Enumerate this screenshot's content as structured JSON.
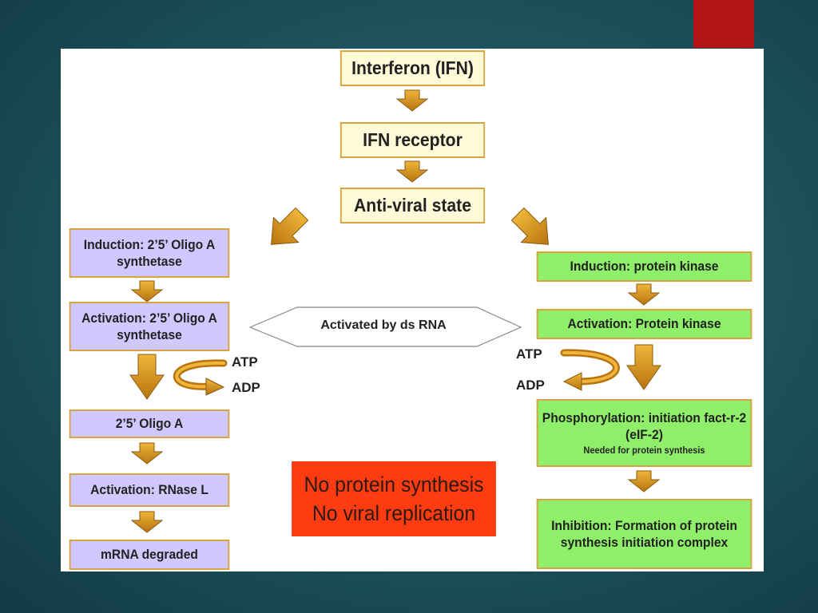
{
  "top": {
    "interferon": "Interferon (IFN)",
    "receptor": "IFN receptor",
    "antiviral": "Anti-viral state"
  },
  "left": {
    "induction": "Induction: 2’5’ Oligo A synthetase",
    "activation": "Activation: 2’5’ Oligo A synthetase",
    "oligo": "2’5’ Oligo A",
    "rnase": "Activation: RNase L",
    "mrna": "mRNA degraded",
    "atp": "ATP",
    "adp": "ADP"
  },
  "right": {
    "induction": "Induction: protein kinase",
    "activation": "Activation: Protein kinase",
    "phosphorylation": "Phosphorylation: initiation fact-r-2 (eIF-2)",
    "needed": "Needed for protein synthesis",
    "inhibition": "Inhibition: Formation of protein synthesis initiation complex",
    "atp": "ATP",
    "adp": "ADP"
  },
  "center": {
    "dsrna": "Activated by ds RNA"
  },
  "result": {
    "line1": "No protein synthesis",
    "line2": "No viral replication"
  },
  "colors": {
    "top_fill": "#fffbd9",
    "left_fill": "#cfc9ff",
    "right_fill": "#8fef6a",
    "result_fill": "#ff3b12",
    "arrow": "#c98a1a",
    "border": "#d6a441",
    "accent": "#b31217"
  }
}
